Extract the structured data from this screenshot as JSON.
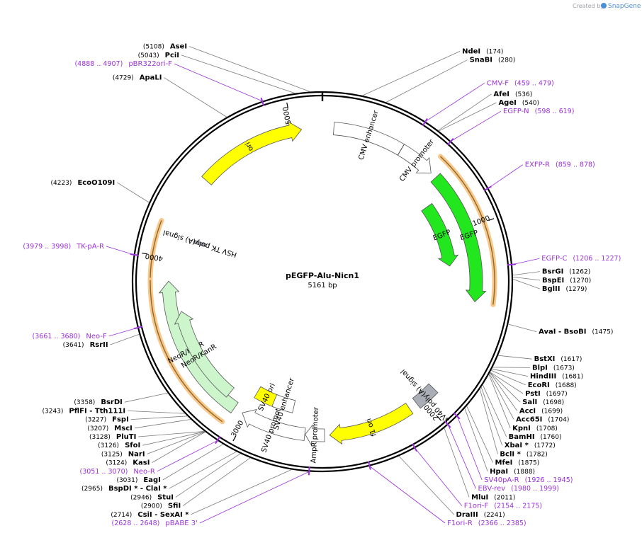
{
  "credit": {
    "prefix": "Created by",
    "brand": "SnapGene"
  },
  "plasmid": {
    "name": "pEGFP-Alu-Nicn1",
    "length_label": "5161 bp",
    "length": 5161
  },
  "position_ticks": [
    {
      "pos": 1000,
      "label": "1000"
    },
    {
      "pos": 2000,
      "label": "2000"
    },
    {
      "pos": 3000,
      "label": "3000"
    },
    {
      "pos": 4000,
      "label": "4000"
    },
    {
      "pos": 5000,
      "label": "5000"
    }
  ],
  "features": [
    {
      "name": "CMV enhancer",
      "start": 61,
      "end": 440,
      "ring": 1,
      "color": "#ffffff",
      "arrow": false
    },
    {
      "name": "CMV promoter",
      "start": 441,
      "end": 644,
      "ring": 1,
      "color": "#ffffff",
      "arrow": true
    },
    {
      "name": "EGFP",
      "start": 679,
      "end": 1398,
      "ring": 1,
      "color": "#22e61e",
      "arrow": true
    },
    {
      "name": "EGFP",
      "start": 780,
      "end": 1190,
      "ring": 2,
      "color": "#22e61e",
      "arrow": true
    },
    {
      "name": "SV40 poly(A) signal",
      "start": 1919,
      "end": 2040,
      "ring": 1,
      "color": "#a9adb5",
      "arrow": false
    },
    {
      "name": "f1 ori",
      "start": 2087,
      "end": 2542,
      "ring": 1,
      "color": "#ffff00",
      "arrow": true
    },
    {
      "name": "AmpR promoter",
      "start": 2569,
      "end": 2673,
      "ring": 1,
      "color": "#ffffff",
      "arrow": true
    },
    {
      "name": "SV40 promoter",
      "start": 2675,
      "end": 3031,
      "ring": 1,
      "color": "#ffffff",
      "arrow": true
    },
    {
      "name": "SV40 ori",
      "start": 2882,
      "end": 3017,
      "ring": 2,
      "color": "#ffff00",
      "arrow": false
    },
    {
      "name": "SV40 enhancer",
      "start": 2765,
      "end": 2896,
      "ring": 2,
      "color": "#ffffff",
      "arrow": false
    },
    {
      "name": "NeoR/KanR",
      "start": 3080,
      "end": 3874,
      "ring": 1,
      "color": "#ccf5cc",
      "arrow": true
    },
    {
      "name": "NeoR/KanR",
      "start": 3150,
      "end": 3700,
      "ring": 3,
      "color": "#ccf5cc",
      "arrow": true
    },
    {
      "name": "HSV TK poly(A) signal",
      "start": 4110,
      "end": 4128,
      "ring": 2,
      "color": "#a9adb5",
      "arrow": false
    },
    {
      "name": "ori",
      "start": 4460,
      "end": 5049,
      "ring": 1,
      "color": "#ffff00",
      "arrow": true
    }
  ],
  "orfs": [
    {
      "start": 620,
      "end": 1400
    },
    {
      "start": 3090,
      "end": 3880
    },
    {
      "start": 3890,
      "end": 4170
    }
  ],
  "sites": [
    {
      "name": "AseI",
      "pos": "(5108)",
      "bp": 5108
    },
    {
      "name": "PciI",
      "pos": "(5043)",
      "bp": 5043
    },
    {
      "name": "ApaLI",
      "pos": "(4729)",
      "bp": 4729
    },
    {
      "name": "EcoO109I",
      "pos": "(4223)",
      "bp": 4223
    },
    {
      "name": "RsrII",
      "pos": "(3641)",
      "bp": 3641
    },
    {
      "name": "BsrDI",
      "pos": "(3358)",
      "bp": 3358
    },
    {
      "name": "PflFI - Tth111I",
      "pos": "(3243)",
      "bp": 3243
    },
    {
      "name": "FspI",
      "pos": "(3227)",
      "bp": 3227
    },
    {
      "name": "MscI",
      "pos": "(3207)",
      "bp": 3207
    },
    {
      "name": "PluTI",
      "pos": "(3128)",
      "bp": 3128
    },
    {
      "name": "SfoI",
      "pos": "(3126)",
      "bp": 3126
    },
    {
      "name": "NarI",
      "pos": "(3125)",
      "bp": 3125
    },
    {
      "name": "KasI",
      "pos": "(3124)",
      "bp": 3124
    },
    {
      "name": "EagI",
      "pos": "(3031)",
      "bp": 3031
    },
    {
      "name": "BspDI * - ClaI *",
      "pos": "(2965)",
      "bp": 2965
    },
    {
      "name": "StuI",
      "pos": "(2946)",
      "bp": 2946
    },
    {
      "name": "SfiI",
      "pos": "(2900)",
      "bp": 2900
    },
    {
      "name": "CsiI - SexAI *",
      "pos": "(2714)",
      "bp": 2714
    },
    {
      "name": "NdeI",
      "pos": "(174)",
      "bp": 174
    },
    {
      "name": "SnaBI",
      "pos": "(280)",
      "bp": 280
    },
    {
      "name": "AfeI",
      "pos": "(536)",
      "bp": 536
    },
    {
      "name": "AgeI",
      "pos": "(540)",
      "bp": 540
    },
    {
      "name": "BsrGI",
      "pos": "(1262)",
      "bp": 1262
    },
    {
      "name": "BspEI",
      "pos": "(1270)",
      "bp": 1270
    },
    {
      "name": "BglII",
      "pos": "(1279)",
      "bp": 1279
    },
    {
      "name": "AvaI - BsoBI",
      "pos": "(1475)",
      "bp": 1475
    },
    {
      "name": "BstXI",
      "pos": "(1617)",
      "bp": 1617
    },
    {
      "name": "BlpI",
      "pos": "(1673)",
      "bp": 1673
    },
    {
      "name": "HindIII",
      "pos": "(1681)",
      "bp": 1681
    },
    {
      "name": "EcoRI",
      "pos": "(1688)",
      "bp": 1688
    },
    {
      "name": "PstI",
      "pos": "(1697)",
      "bp": 1697
    },
    {
      "name": "SalI",
      "pos": "(1698)",
      "bp": 1698
    },
    {
      "name": "AccI",
      "pos": "(1699)",
      "bp": 1699
    },
    {
      "name": "Acc65I",
      "pos": "(1704)",
      "bp": 1704
    },
    {
      "name": "KpnI",
      "pos": "(1708)",
      "bp": 1708
    },
    {
      "name": "BamHI",
      "pos": "(1760)",
      "bp": 1760
    },
    {
      "name": "XbaI *",
      "pos": "(1772)",
      "bp": 1772
    },
    {
      "name": "BclI *",
      "pos": "(1782)",
      "bp": 1782
    },
    {
      "name": "MfeI",
      "pos": "(1875)",
      "bp": 1875
    },
    {
      "name": "HpaI",
      "pos": "(1888)",
      "bp": 1888
    },
    {
      "name": "MluI",
      "pos": "(2011)",
      "bp": 2011
    },
    {
      "name": "DraIII",
      "pos": "(2241)",
      "bp": 2241
    }
  ],
  "primers": [
    {
      "name": "pBR322ori-F",
      "range": "(4888 .. 4907)",
      "bp": 4897
    },
    {
      "name": "CMV-F",
      "range": "(459 .. 479)",
      "bp": 469
    },
    {
      "name": "EGFP-N",
      "range": "(598 .. 619)",
      "bp": 608
    },
    {
      "name": "EXFP-R",
      "range": "(859 .. 878)",
      "bp": 868
    },
    {
      "name": "EGFP-C",
      "range": "(1206 .. 1227)",
      "bp": 1216
    },
    {
      "name": "TK-pA-R",
      "range": "(3979 .. 3998)",
      "bp": 3988
    },
    {
      "name": "Neo-F",
      "range": "(3661 .. 3680)",
      "bp": 3670
    },
    {
      "name": "Neo-R",
      "range": "(3051 .. 3070)",
      "bp": 3060
    },
    {
      "name": "SV40pA-R",
      "range": "(1926 .. 1945)",
      "bp": 1935
    },
    {
      "name": "EBV-rev",
      "range": "(1980 .. 1999)",
      "bp": 1989
    },
    {
      "name": "F1ori-F",
      "range": "(2154 .. 2175)",
      "bp": 2164
    },
    {
      "name": "F1ori-R",
      "range": "(2366 .. 2385)",
      "bp": 2375
    },
    {
      "name": "pBABE 3'",
      "range": "(2628 .. 2648)",
      "bp": 2638
    }
  ]
}
